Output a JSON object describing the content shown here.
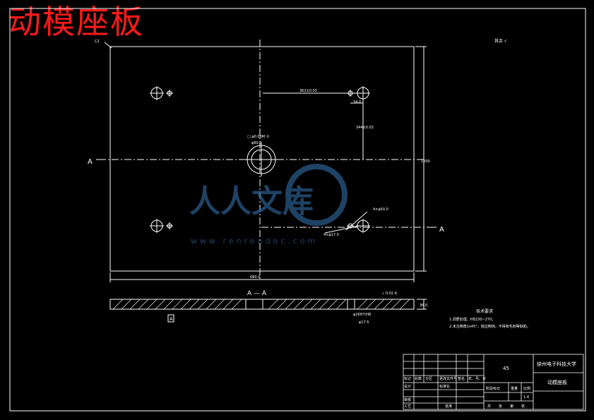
{
  "title": "动模座板",
  "roughness_note": "其余 √",
  "drawing": {
    "section_label": "A — A",
    "section_marker": "A",
    "datum_box": "A",
    "dims": {
      "width": "680.0",
      "height": "1000",
      "hole_h": "362±0.03",
      "hole_v": "344±0.03",
      "hole_offset": "34.0",
      "center_bore": "□ φ0.08M Ⓐ",
      "center_dia": "φ80.0",
      "chamfer": "4×φ50.0",
      "counterbore": "4×φ17.5",
      "thickness": "36.0",
      "flatness": "⊥ 0.02 A",
      "small_bore": "φ26H7/H8",
      "small_dia": "φ17.5",
      "corner_callout": "C2"
    }
  },
  "tech_notes": {
    "heading": "技术要求",
    "items": [
      "1.调质处理，HB230~270；",
      "2.未注倒角1x45°，锐边倒钝，不得有毛刺等缺陷。"
    ]
  },
  "title_block": {
    "school": "徐州电子科技大学",
    "part_name": "动模座板",
    "material": "45",
    "scale": "1:4",
    "row_labels": [
      "标记",
      "处数",
      "分区",
      "更改文件号",
      "签名",
      "年、月、日"
    ],
    "role_labels": [
      "设计",
      "标准化",
      "审核",
      "工艺",
      "批准"
    ],
    "stage_labels": [
      "阶段标记",
      "重量",
      "比例"
    ],
    "sheet_labels": [
      "共",
      "张",
      "第",
      "张"
    ]
  },
  "watermark": {
    "brand": "人人文库",
    "url": "www.renrendoc.com"
  }
}
